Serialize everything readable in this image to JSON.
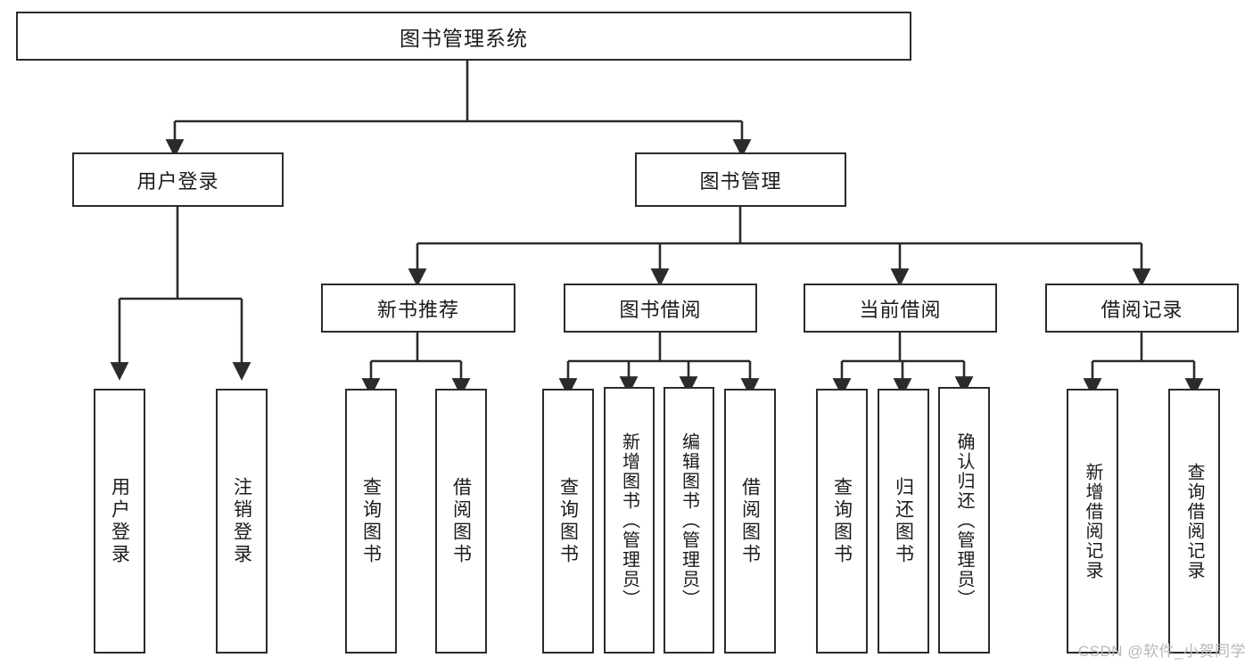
{
  "diagram": {
    "type": "tree-hierarchy",
    "title": "图书管理系统",
    "watermark": "CSDN @软件_小贺同学",
    "colors": {
      "stroke": "#2b2b2b",
      "background": "#ffffff",
      "text": "#1b1b1b",
      "watermark": "#b9b9b9"
    },
    "levels": {
      "root": {
        "label": "图书管理系统"
      },
      "level2": [
        {
          "label": "用户登录"
        },
        {
          "label": "图书管理"
        }
      ],
      "level3": [
        {
          "label": "新书推荐"
        },
        {
          "label": "图书借阅"
        },
        {
          "label": "当前借阅"
        },
        {
          "label": "借阅记录"
        }
      ]
    },
    "leaves": {
      "user_login": [
        {
          "label": "用户登录"
        },
        {
          "label": "注销登录"
        }
      ],
      "new_book": [
        {
          "label": "查询图书"
        },
        {
          "label": "借阅图书"
        }
      ],
      "book_borrow": [
        {
          "label": "查询图书"
        },
        {
          "label": "新增图书（管理员）"
        },
        {
          "label": "编辑图书（管理员）"
        },
        {
          "label": "借阅图书"
        }
      ],
      "current_borrow": [
        {
          "label": "查询图书"
        },
        {
          "label": "归还图书"
        },
        {
          "label": "确认归还（管理员）"
        }
      ],
      "borrow_record": [
        {
          "label": "新增借阅记录"
        },
        {
          "label": "查询借阅记录"
        }
      ]
    }
  }
}
